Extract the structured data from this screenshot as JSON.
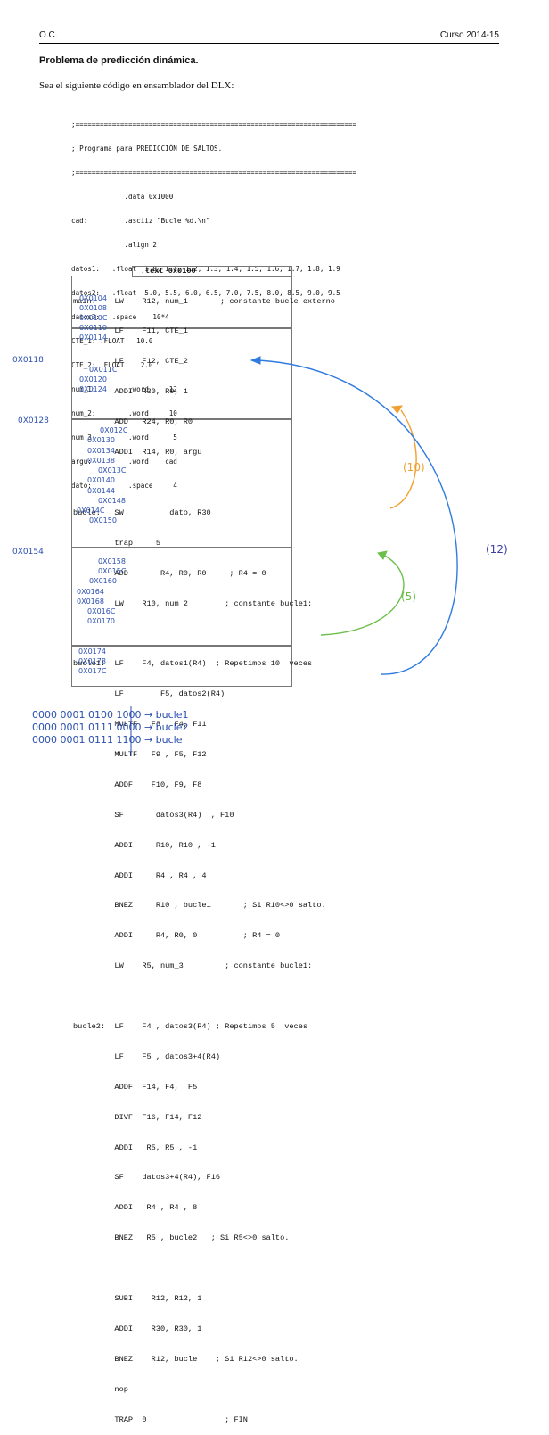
{
  "header": {
    "left": "O.C.",
    "right": "Curso 2014-15"
  },
  "title": "Problema de predicción dinámica.",
  "intro": "Sea el siguiente código en ensamblador del DLX:",
  "data_section": [
    ";=====================================================================",
    "; Programa para PREDICCIÓN DE SALTOS.",
    ";=====================================================================",
    "             .data 0x1000",
    "cad:         .asciiz \"Bucle %d.\\n\"",
    "             .align 2",
    "datos1:   .float  1.0, 1.1, 1.2, 1.3, 1.4, 1.5, 1.6, 1.7, 1.8, 1.9",
    "datos2:   .float  5.0, 5.5, 6.0, 6.5, 7.0, 7.5, 8.0, 8.5, 9.0, 9.5",
    "datos3:   .space    10*4",
    "CTE_1: .FLOAT   10.0",
    "CTE_2: .FLOAT    2.0",
    "num_1:        .word     12",
    "num_2:        .word     10",
    "num_3:        .word      5",
    "argu:         .word    cad",
    "dato:         .space     4"
  ],
  "text_directive": "     .text 0x0100",
  "code_lines": [
    "main:    LW    R12, num_1       ; constante bucle externo",
    "         LF    F11, CTE_1",
    "         LF    F12, CTE_2",
    "         ADDI  R30, R0, 1",
    "         ADD   R24, R0, R0",
    "         ADDI  R14, R0, argu",
    "",
    "bucle:   SW          dato, R30",
    "         trap     5",
    "         ADD       R4, R0, R0     ; R4 = 0",
    "         LW    R10, num_2        ; constante bucle1:",
    "",
    "bucle1:  LF    F4, datos1(R4)  ; Repetimos 10  veces",
    "         LF        F5, datos2(R4)",
    "         MULTF   F8 , F4, F11",
    "         MULTF   F9 , F5, F12",
    "         ADDF    F10, F9, F8",
    "         SF       datos3(R4)  , F10",
    "         ADDI     R10, R10 , -1",
    "         ADDI     R4 , R4 , 4",
    "         BNEZ     R10 , bucle1       ; Si R10<>0 salto.",
    "         ADDI     R4, R0, 0          ; R4 = 0",
    "         LW    R5, num_3         ; constante bucle1:",
    "",
    "bucle2:  LF    F4 , datos3(R4) ; Repetimos 5  veces",
    "         LF    F5 , datos3+4(R4)",
    "         ADDF  F14, F4,  F5",
    "         DIVF  F16, F14, F12",
    "         ADDI   R5, R5 , -1",
    "         SF    datos3+4(R4), F16",
    "         ADDI   R4 , R4 , 8",
    "         BNEZ   R5 , bucle2   ; Si R5<>0 salto.",
    "",
    "         SUBI    R12, R12, 1",
    "         ADDI    R30, R30, 1",
    "         BNEZ    R12, bucle    ; Si R12<>0 salto.",
    "         nop",
    "         TRAP  0                 ; FIN"
  ],
  "address_annotations": [
    "0X0104",
    "0X0108",
    "0X010C",
    "0X0110",
    "0X0114",
    "0X0118",
    "0X011C",
    "0X0120",
    "0X0124",
    "0X0128",
    "0X012C",
    "0X0130",
    "0X0134",
    "0X0138",
    "0X013C",
    "0X0140",
    "0X0144",
    "0X0148",
    "0X014C",
    "0X0150",
    "0X0154",
    "0X0158",
    "0X015C",
    "0X0160",
    "0X0164",
    "0X0168",
    "0X016C",
    "0X0170",
    "0X0174",
    "0X0178",
    "0X017C"
  ],
  "loop_counts": [
    "(10)",
    "(5)",
    "(12)"
  ],
  "binary_notes": [
    "0000 0001 0100 1000 → bucle1",
    "0000 0001 0111 0000 → bucle2",
    "0000 0001 0111 1100 → bucle"
  ],
  "colors": {
    "ink": "#2a4fb0",
    "orange": "#f0a030",
    "green": "#6cc04a",
    "blue_arrow": "#2f7be0",
    "purple": "#3c3ca8"
  }
}
